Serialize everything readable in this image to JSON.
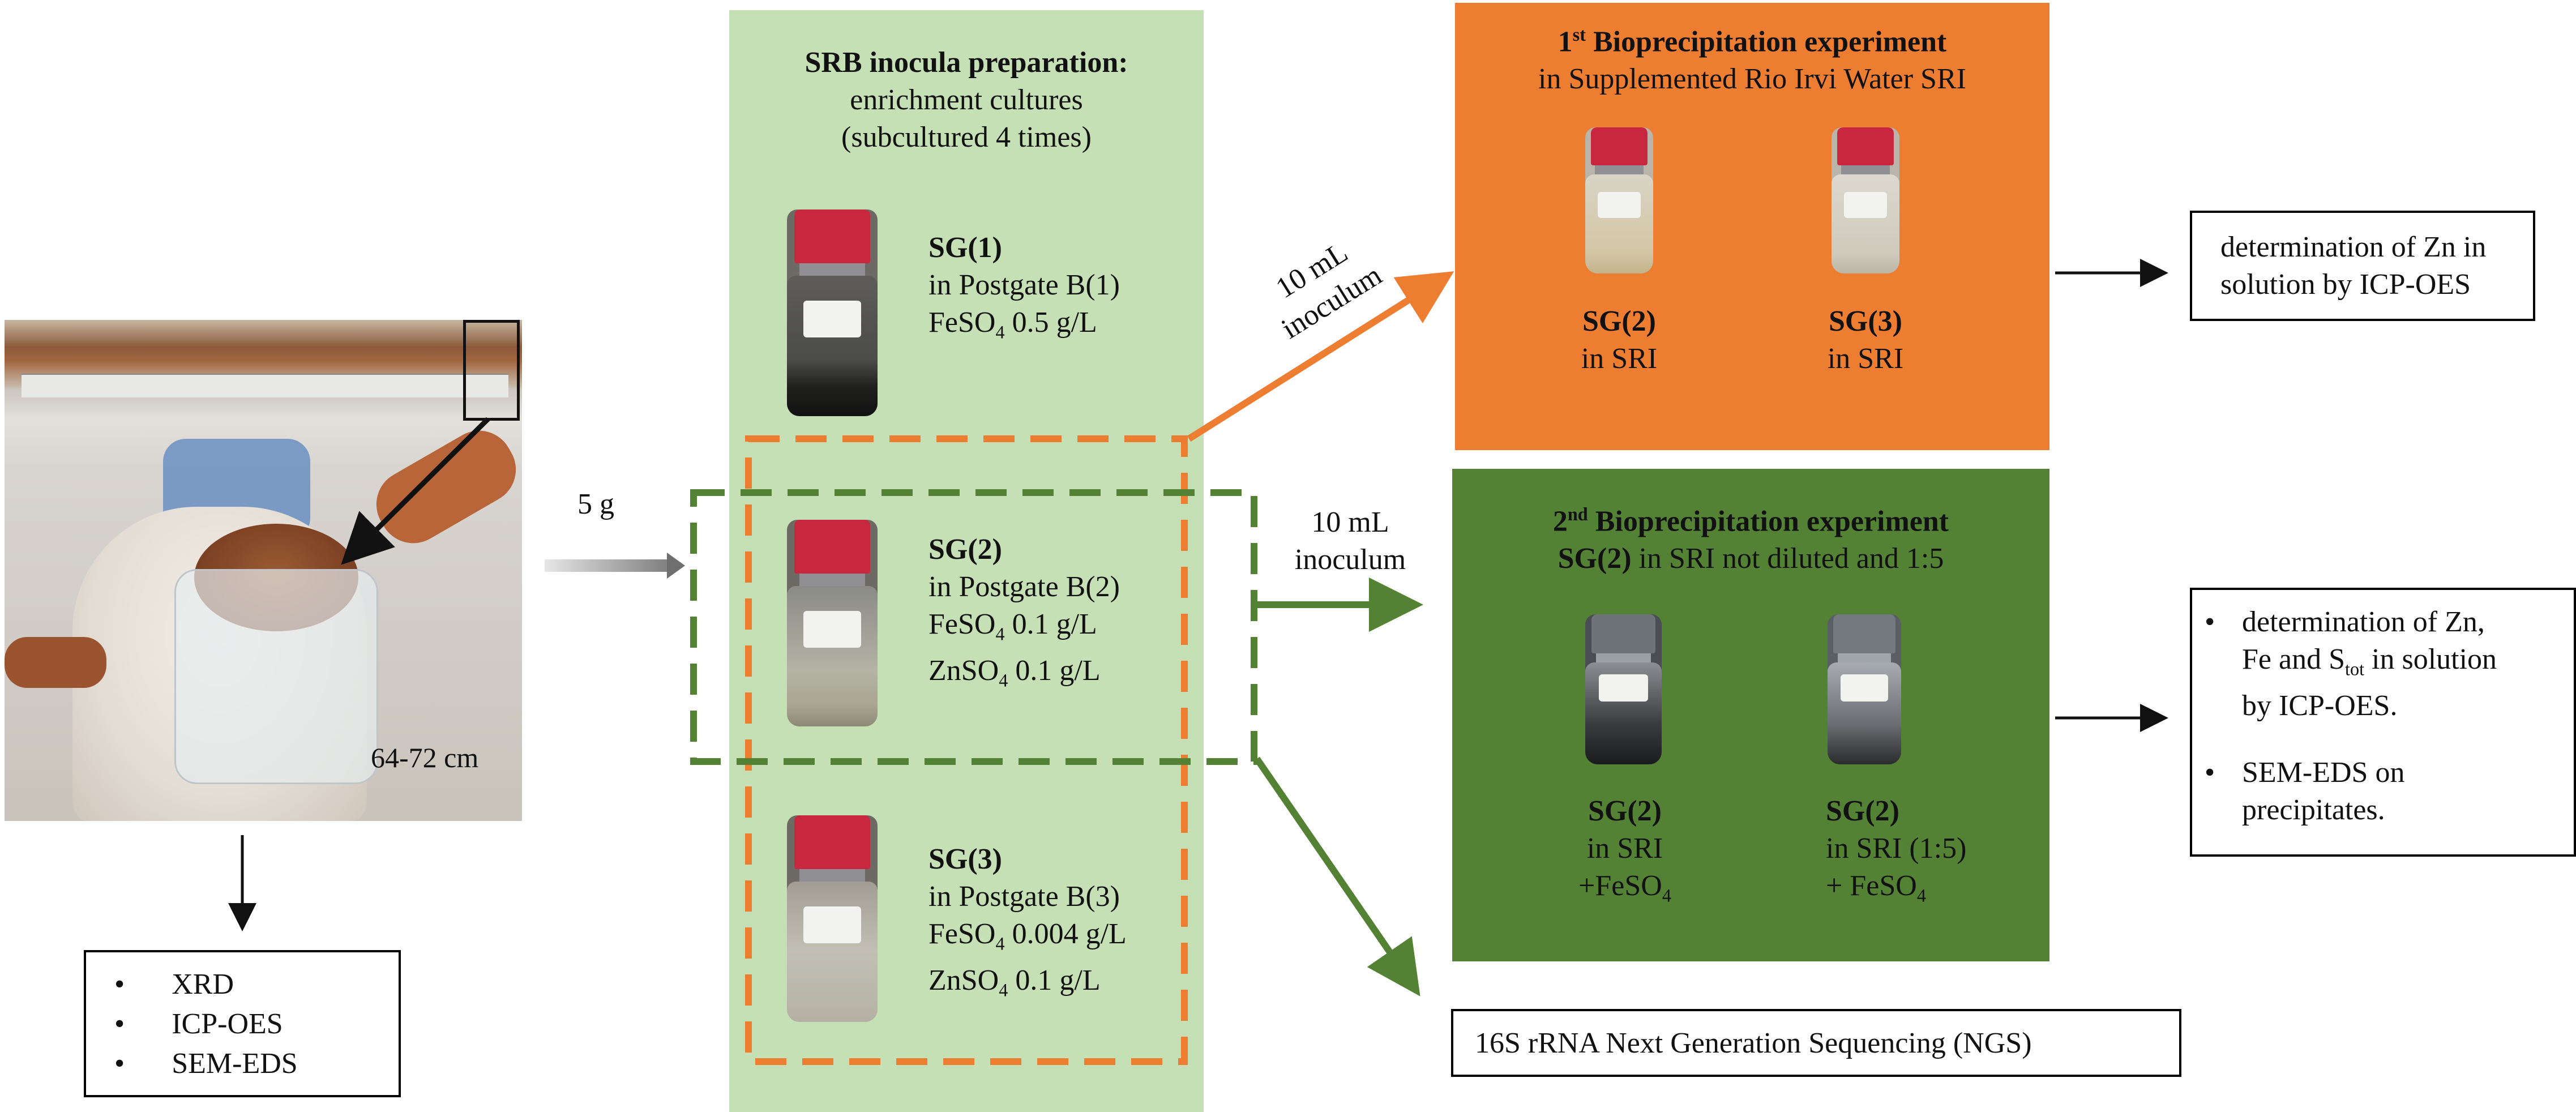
{
  "colors": {
    "green_light": "#c5e0b4",
    "orange": "#ed7d31",
    "green_dark": "#548235",
    "arrow_gray": "#a6a6a6"
  },
  "left": {
    "depth_label": "64-72 cm",
    "analyses": [
      "XRD",
      "ICP-OES",
      "SEM-EDS"
    ]
  },
  "arrow_5g": "5 g",
  "srb": {
    "title": "SRB inocula preparation:",
    "line1": "enrichment cultures",
    "line2": "(subcultured 4 times)",
    "sg1": {
      "name": "SG(1)",
      "medium": "in Postgate B(1)",
      "fe_prefix": "FeSO",
      "fe_sub": "4",
      "fe_value": " 0.5 g/L"
    },
    "sg2": {
      "name": "SG(2)",
      "medium": "in Postgate B(2)",
      "fe_prefix": "FeSO",
      "fe_sub": "4",
      "fe_value": " 0.1 g/L",
      "zn_prefix": "ZnSO",
      "zn_sub": "4",
      "zn_value": " 0.1 g/L"
    },
    "sg3": {
      "name": "SG(3)",
      "medium": "in Postgate B(3)",
      "fe_prefix": "FeSO",
      "fe_sub": "4",
      "fe_value": " 0.004 g/L",
      "zn_prefix": "ZnSO",
      "zn_sub": "4",
      "zn_value": " 0.1 g/L"
    }
  },
  "inoculum1": {
    "line1": "10 mL",
    "line2": "inoculum"
  },
  "inoculum2": {
    "line1": "10 mL",
    "line2": "inoculum"
  },
  "exp1": {
    "num": "1",
    "sup": "st",
    "title_rest": " Bioprecipitation experiment",
    "subtitle": "in Supplemented Rio Irvi Water SRI",
    "bottle_a": {
      "name": "SG(2)",
      "sub": "in SRI"
    },
    "bottle_b": {
      "name": "SG(3)",
      "sub": "in SRI"
    }
  },
  "exp2": {
    "num": "2",
    "sup": "nd",
    "title_rest": " Bioprecipitation experiment",
    "subtitle_bold": "SG(2)",
    "subtitle_rest": " in SRI not diluted and 1:5",
    "bottle_a": {
      "name": "SG(2)",
      "line1": "in SRI",
      "line2_prefix": "+FeSO",
      "line2_sub": "4"
    },
    "bottle_b": {
      "name": "SG(2)",
      "line1": "in SRI (1:5)",
      "line2_prefix": "+ FeSO",
      "line2_sub": "4"
    }
  },
  "result1": {
    "line1": "determination of Zn in",
    "line2": "solution by ICP-OES"
  },
  "result2": {
    "item1_line1": "determination of Zn,",
    "item1_line2_prefix": "Fe and S",
    "item1_line2_sub": "tot",
    "item1_line2_rest": " in solution",
    "item1_line3": "by ICP-OES.",
    "item2_line1": "SEM-EDS on",
    "item2_line2": "precipitates."
  },
  "ngs": "16S rRNA Next Generation Sequencing (NGS)"
}
